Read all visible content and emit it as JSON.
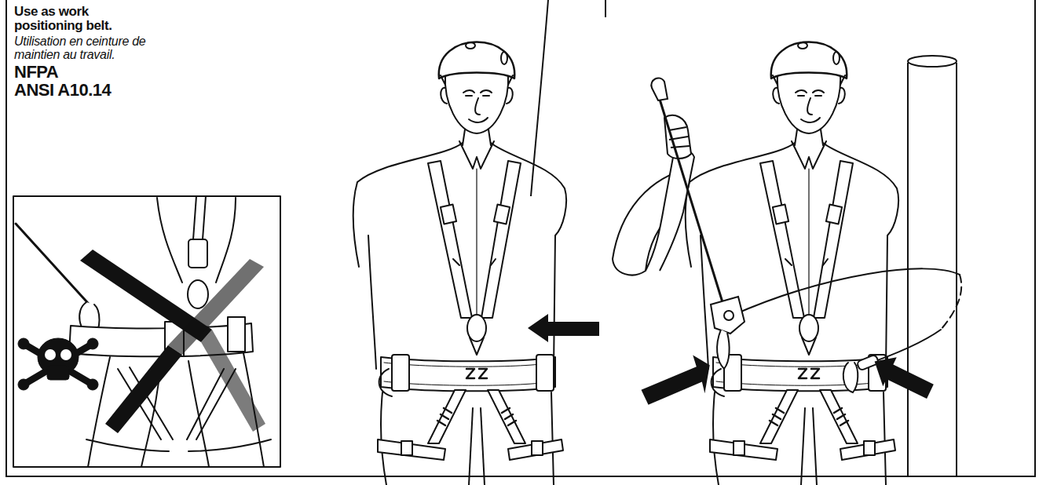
{
  "diagram": {
    "title": "Use as work positioning belt.",
    "labels": [
      "Utilisation en ceinture de maintien au travail.",
      "NFPA",
      "ANSI A10.14"
    ]
  }
}
